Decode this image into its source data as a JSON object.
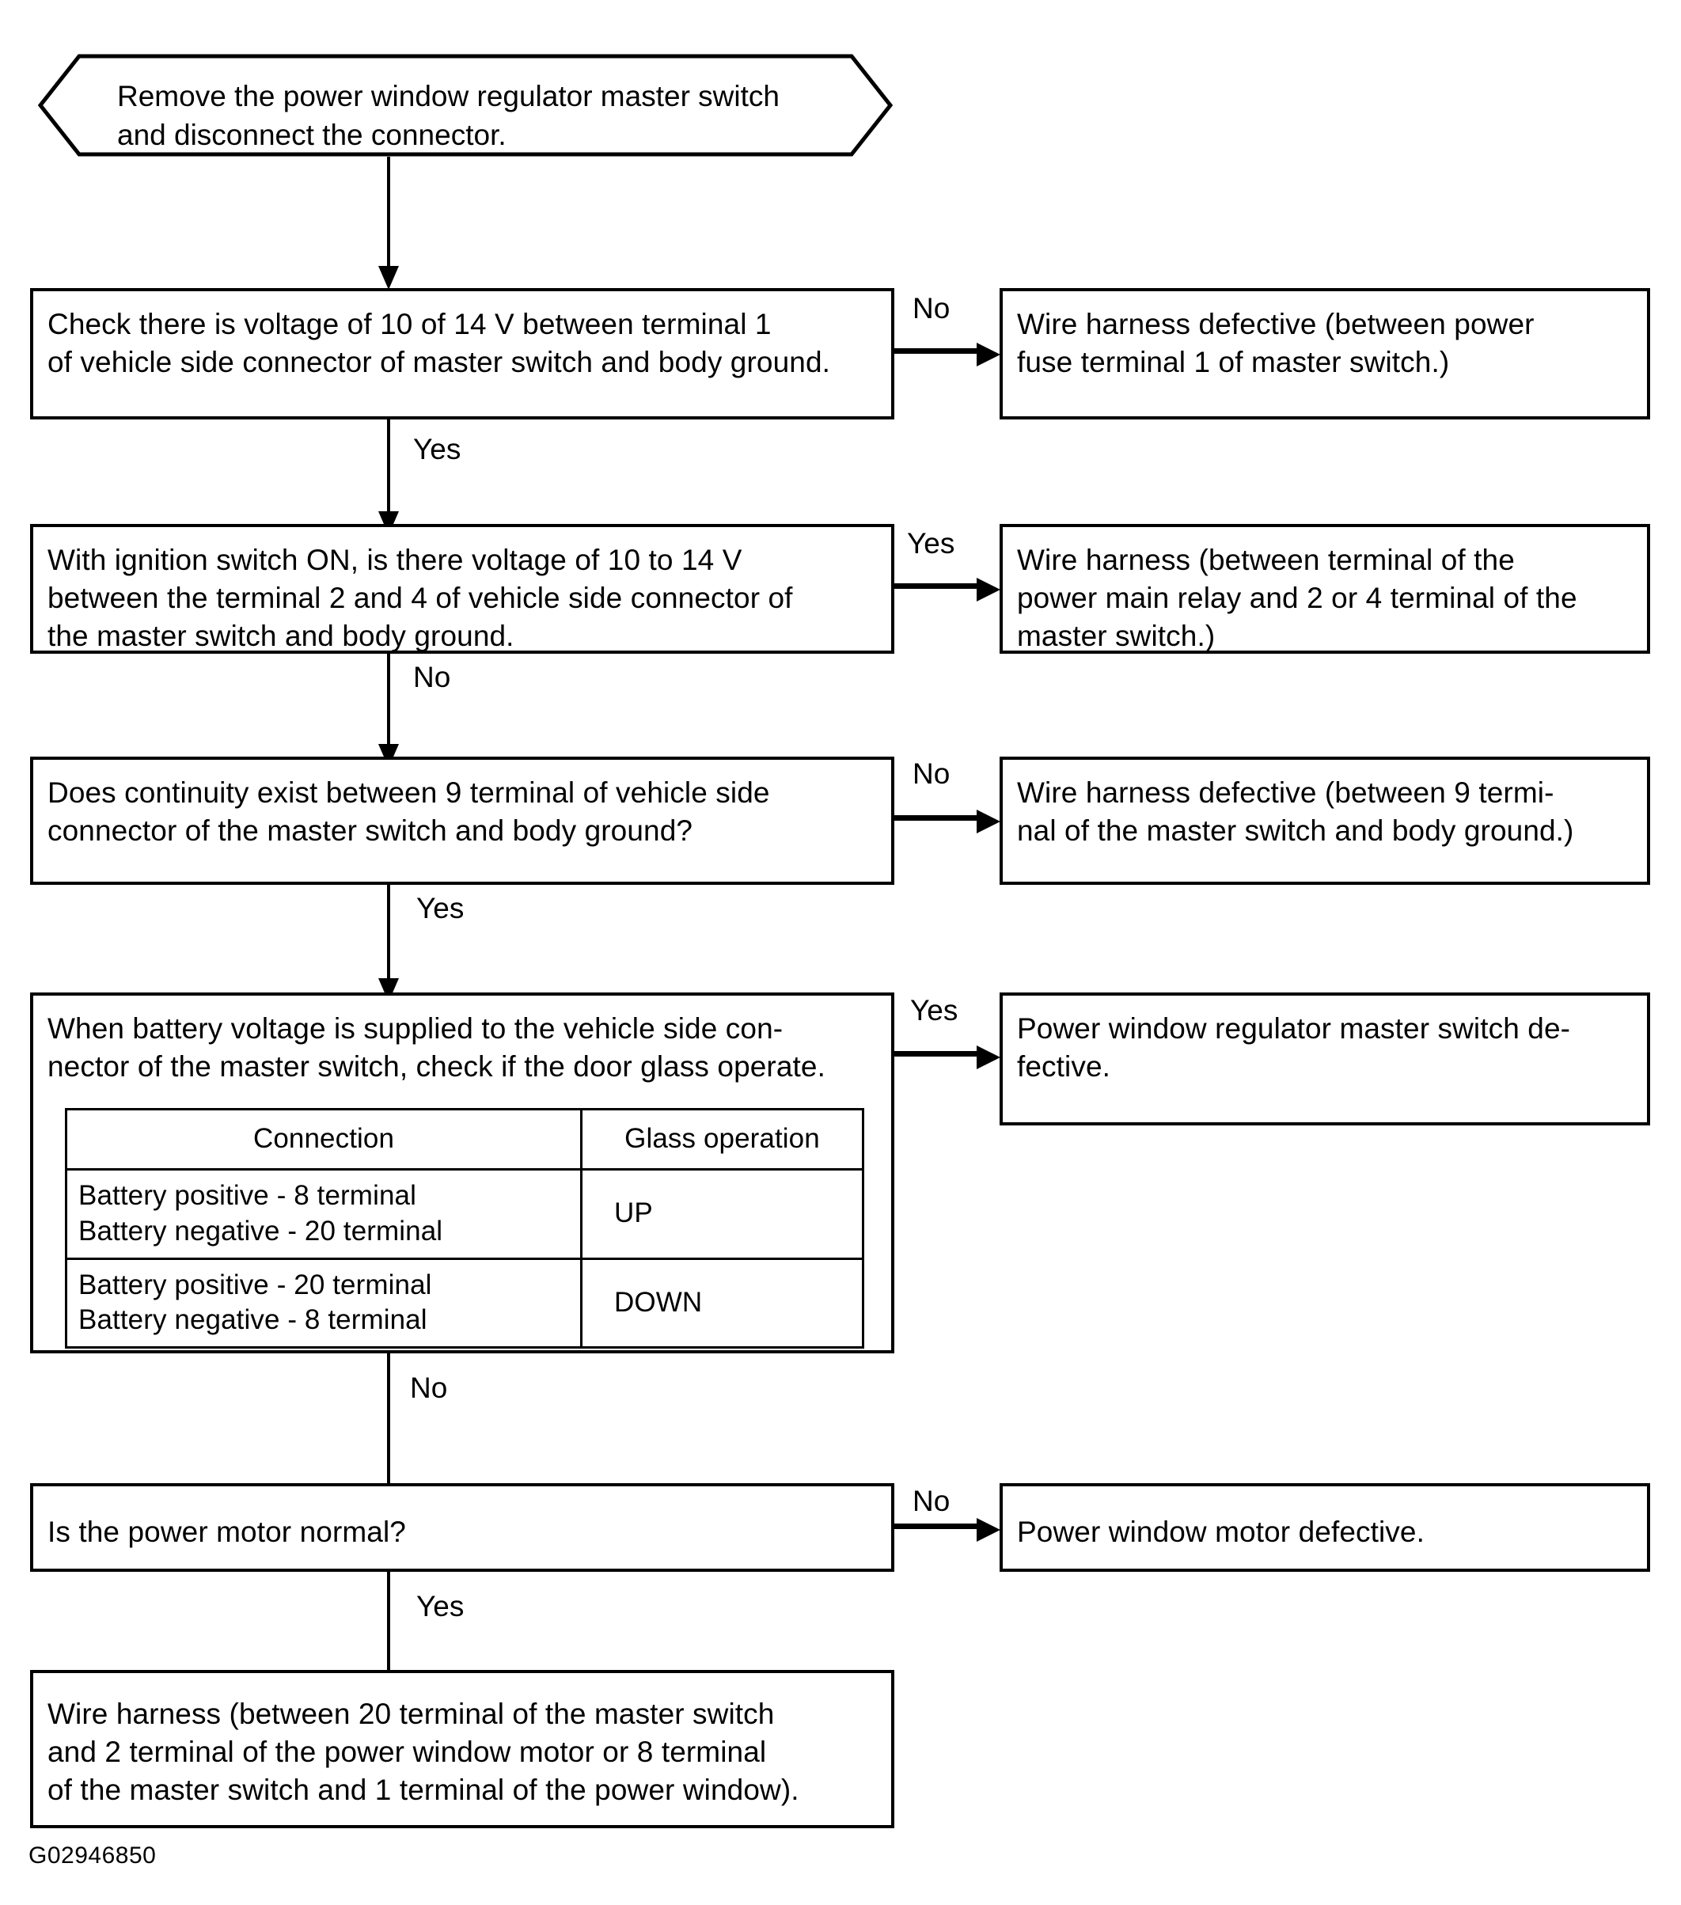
{
  "figure": {
    "id_code": "G02946850",
    "diagram_type": "flowchart",
    "title": "Power window regulator master switch diagnostic flowchart"
  },
  "start": {
    "shape": "hexagon",
    "lines": [
      "Remove the power window regulator master switch",
      "and disconnect the connector."
    ]
  },
  "steps": [
    {
      "id": "step1",
      "lines": [
        "Check there is voltage of 10 of 14 V between terminal 1",
        "of vehicle side connector of master switch and body ground."
      ],
      "branch_label": "No",
      "down_label": "Yes",
      "result": {
        "lines": [
          "Wire harness defective (between power",
          "fuse terminal 1 of master switch.)"
        ]
      }
    },
    {
      "id": "step2",
      "lines": [
        "With ignition switch ON, is there voltage of 10 to 14 V",
        "between the terminal 2 and 4 of vehicle side connector of",
        "the master switch and body ground."
      ],
      "branch_label": "Yes",
      "down_label": "No",
      "result": {
        "lines": [
          "Wire harness (between terminal of the",
          "power main relay and 2 or 4 terminal of the",
          "master switch.)"
        ]
      }
    },
    {
      "id": "step3",
      "lines": [
        "Does continuity exist between 9 terminal of vehicle side",
        "connector of the master switch and body ground?"
      ],
      "branch_label": "No",
      "down_label": "Yes",
      "result": {
        "lines": [
          "Wire harness defective (between 9 termi-",
          "nal of the master switch and body ground.)"
        ]
      }
    },
    {
      "id": "step4",
      "lines": [
        "When battery voltage is supplied to the vehicle side con-",
        "nector of the master switch, check if the door glass operate."
      ],
      "branch_label": "Yes",
      "down_label": "No",
      "result": {
        "lines": [
          "Power window regulator master switch de-",
          "fective."
        ]
      },
      "table": {
        "headers": [
          "Connection",
          "Glass operation"
        ],
        "rows": [
          {
            "connection": "Battery positive - 8 terminal\nBattery negative - 20 terminal",
            "operation": "UP"
          },
          {
            "connection": "Battery positive - 20 terminal\nBattery negative - 8 terminal",
            "operation": "DOWN"
          }
        ]
      }
    },
    {
      "id": "step5",
      "lines": [
        "Is the power motor normal?"
      ],
      "branch_label": "No",
      "down_label": "Yes",
      "result": {
        "lines": [
          "Power window motor defective."
        ]
      }
    }
  ],
  "final": {
    "lines": [
      "Wire harness (between 20 terminal of the master switch",
      "and 2 terminal of the power window motor or 8 terminal",
      "of the master switch and 1 terminal of the power window)."
    ]
  }
}
